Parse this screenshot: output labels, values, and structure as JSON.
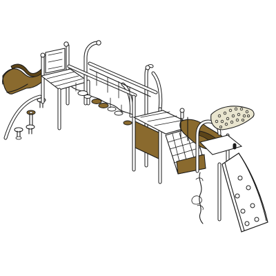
{
  "colors": {
    "background": "#ffffff",
    "line": "#1a1a1a",
    "plastic_brown": "#8a6a2e",
    "plastic_brown_dark": "#5c4418",
    "climber_dots": "#e9e5cf"
  },
  "components": [
    "wave-slide",
    "entry-ladder",
    "upper-deck",
    "chain-bridge",
    "loop-handrails",
    "lower-deck",
    "climbing-net",
    "curved-rock-wall",
    "tunnel-slide",
    "rock-climber-panel",
    "chain-ladder",
    "stepping-posts"
  ]
}
